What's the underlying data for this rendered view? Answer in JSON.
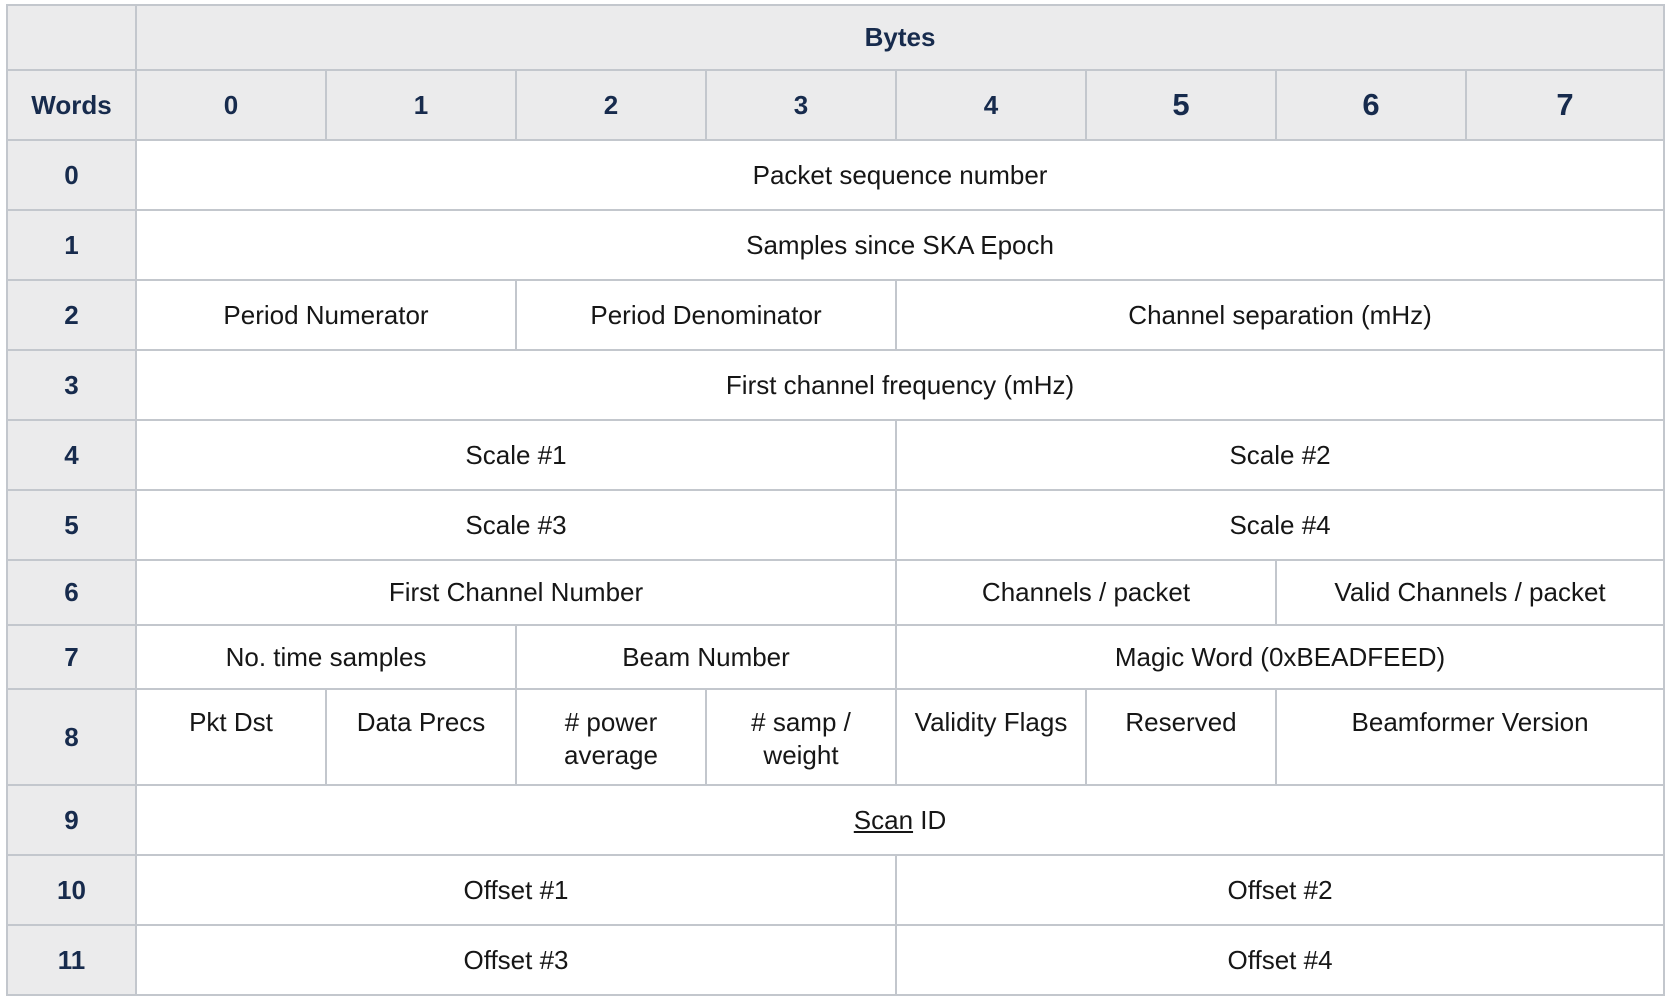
{
  "header": {
    "bytes_label": "Bytes",
    "words_label": "Words",
    "byte_cols": [
      "0",
      "1",
      "2",
      "3",
      "4",
      "5",
      "6",
      "7"
    ]
  },
  "rows": [
    {
      "word": "0",
      "cells": [
        {
          "text": "Packet sequence number",
          "span": 8
        }
      ]
    },
    {
      "word": "1",
      "cells": [
        {
          "text": "Samples since SKA Epoch",
          "span": 8
        }
      ]
    },
    {
      "word": "2",
      "cells": [
        {
          "text": "Period Numerator",
          "span": 2
        },
        {
          "text": "Period Denominator",
          "span": 2
        },
        {
          "text": "Channel separation (mHz)",
          "span": 4
        }
      ]
    },
    {
      "word": "3",
      "cells": [
        {
          "text": "First channel frequency (mHz)",
          "span": 8
        }
      ]
    },
    {
      "word": "4",
      "cells": [
        {
          "text": "Scale #1",
          "span": 4
        },
        {
          "text": "Scale #2",
          "span": 4
        }
      ]
    },
    {
      "word": "5",
      "cells": [
        {
          "text": "Scale #3",
          "span": 4
        },
        {
          "text": "Scale #4",
          "span": 4
        }
      ]
    },
    {
      "word": "6",
      "cells": [
        {
          "text": "First Channel Number",
          "span": 4
        },
        {
          "text": "Channels / packet",
          "span": 2
        },
        {
          "text": "Valid Channels / packet",
          "span": 2
        }
      ]
    },
    {
      "word": "7",
      "cells": [
        {
          "text": "No. time samples",
          "span": 2
        },
        {
          "text": "Beam Number",
          "span": 2
        },
        {
          "text": "Magic Word (0xBEADFEED)",
          "span": 4
        }
      ]
    },
    {
      "word": "8",
      "cells": [
        {
          "text": "Pkt Dst",
          "span": 1
        },
        {
          "text": "Data Precs",
          "span": 1
        },
        {
          "text": "# power average",
          "span": 1
        },
        {
          "text": "# samp / weight",
          "span": 1
        },
        {
          "text": "Validity Flags",
          "span": 1
        },
        {
          "text": "Reserved",
          "span": 1
        },
        {
          "text": "Beamformer Version",
          "span": 2
        }
      ]
    },
    {
      "word": "9",
      "cells": [
        {
          "text_underlined": "Scan",
          "text_rest": " ID",
          "span": 8
        }
      ]
    },
    {
      "word": "10",
      "cells": [
        {
          "text": "Offset #1",
          "span": 4
        },
        {
          "text": "Offset #2",
          "span": 4
        }
      ]
    },
    {
      "word": "11",
      "cells": [
        {
          "text": "Offset #3",
          "span": 4
        },
        {
          "text": "Offset #4",
          "span": 4
        }
      ]
    }
  ]
}
